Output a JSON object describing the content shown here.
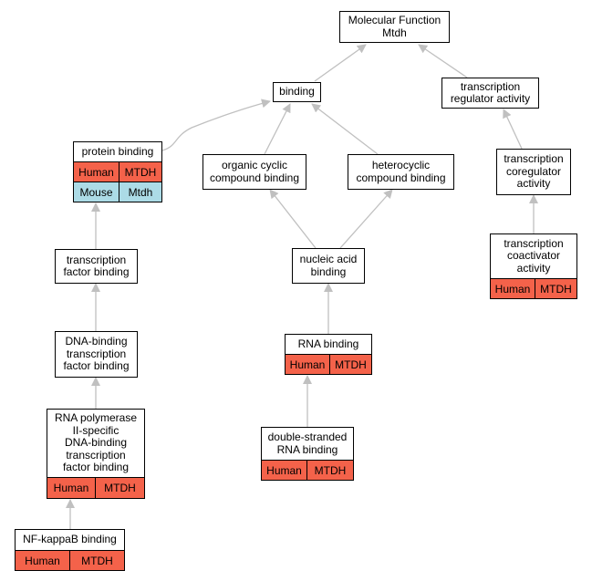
{
  "nodes": {
    "mf": {
      "lines": [
        "Molecular Function",
        "Mtdh"
      ]
    },
    "binding": {
      "lines": [
        "binding"
      ]
    },
    "trans_reg": {
      "lines": [
        "transcription",
        "regulator activity"
      ]
    },
    "protein_binding": {
      "lines": [
        "protein binding"
      ],
      "annotations": [
        [
          "Human",
          "MTDH"
        ],
        [
          "Mouse",
          "Mtdh"
        ]
      ]
    },
    "organic_cyclic": {
      "lines": [
        "organic cyclic",
        "compound binding"
      ]
    },
    "heterocyclic": {
      "lines": [
        "heterocyclic",
        "compound binding"
      ]
    },
    "trans_coreg": {
      "lines": [
        "transcription",
        "coregulator",
        "activity"
      ]
    },
    "tf_binding": {
      "lines": [
        "transcription",
        "factor binding"
      ]
    },
    "nucleic_acid": {
      "lines": [
        "nucleic acid",
        "binding"
      ]
    },
    "trans_coact": {
      "lines": [
        "transcription",
        "coactivator",
        "activity"
      ],
      "annotations": [
        [
          "Human",
          "MTDH"
        ]
      ]
    },
    "dna_tf": {
      "lines": [
        "DNA-binding",
        "transcription",
        "factor binding"
      ]
    },
    "rna_binding": {
      "lines": [
        "RNA binding"
      ],
      "annotations": [
        [
          "Human",
          "MTDH"
        ]
      ]
    },
    "rnapol": {
      "lines": [
        "RNA polymerase",
        "II-specific",
        "DNA-binding",
        "transcription",
        "factor binding"
      ],
      "annotations": [
        [
          "Human",
          "MTDH"
        ]
      ]
    },
    "dsrna": {
      "lines": [
        "double-stranded",
        "RNA binding"
      ],
      "annotations": [
        [
          "Human",
          "MTDH"
        ]
      ]
    },
    "nfkb": {
      "lines": [
        "NF-kappaB binding"
      ],
      "annotations": [
        [
          "Human",
          "MTDH"
        ]
      ]
    }
  },
  "colors": {
    "human": "#f4624a",
    "mouse": "#acdbe6",
    "edge": "#c0c0c0"
  }
}
